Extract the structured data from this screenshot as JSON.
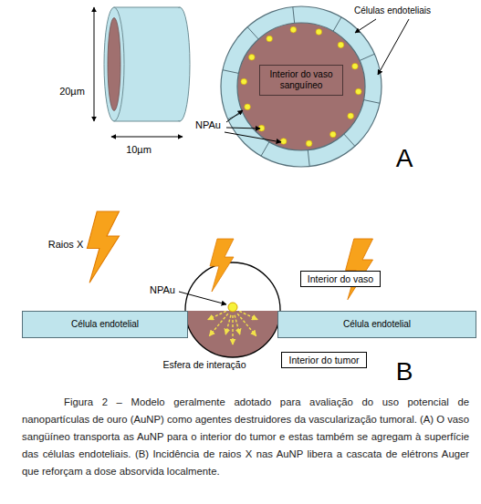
{
  "diagram": {
    "caption": "Figura 2 – Modelo geralmente adotado para avaliação do uso potencial de nanopartículas de ouro (AuNP) como agentes destruidores da vascularização tumoral. (A) O vaso sangüíneo transporta as AuNP para o interior do tumor e estas também se agregam à superfície das células endoteliais. (B) Incidência de raios X nas AuNP libera a cascata de elétrons Auger que reforçam a dose absorvida localmente.",
    "nodes": [
      {
        "text": [
          "Interior do vaso sanguíneo"
        ]
      },
      {
        "text": [
          "Célula endotelial"
        ]
      },
      {
        "text": [
          "Célula endotelial"
        ]
      },
      {
        "text": [
          "Interior do vaso"
        ]
      },
      {
        "text": [
          "Interior do tumor"
        ]
      }
    ],
    "labels": [
      "20µm",
      "10µm",
      "Células endoteliais",
      "NPAu",
      "A",
      "Raios X",
      "NPAu",
      "Esfera de interação",
      "B"
    ]
  }
}
